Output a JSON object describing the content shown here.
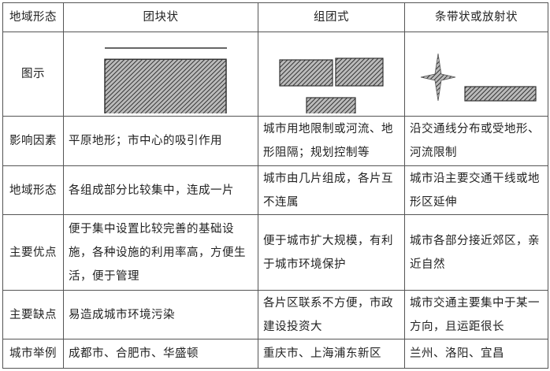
{
  "columns": [
    "地域形态",
    "团块状",
    "组团式",
    "条带状或放射状"
  ],
  "diagram_row": {
    "label": "图示"
  },
  "rows": [
    {
      "label": "影响因素",
      "cells": [
        "平原地形；市中心的吸引作用",
        "城市用地限制或河流、地形阻隔；规划控制等",
        "沿交通线分布或受地形、河流限制"
      ]
    },
    {
      "label": "地域形态",
      "cells": [
        "各组成部分比较集中，连成一片",
        "城市由几片组成，各片互不连属",
        "城市沿主要交通干线或地形区延伸"
      ]
    },
    {
      "label": "主要优点",
      "cells": [
        "便于集中设置比较完善的基础设施，各种设施的利用率高，方便生活，便于管理",
        "便于城市扩大规模，有利于城市环境保护",
        "城市各部分接近郊区，亲近自然"
      ]
    },
    {
      "label": "主要缺点",
      "cells": [
        "易造成城市环境污染",
        "各片区联系不方便，市政建设投资大",
        "城市交通主要集中于某一方向，且运距很长"
      ]
    },
    {
      "label": "城市举例",
      "cells": [
        "成都市、合肥市、华盛顿",
        "重庆市、上海浦东新区",
        "兰州、洛阳、宜昌"
      ]
    }
  ]
}
